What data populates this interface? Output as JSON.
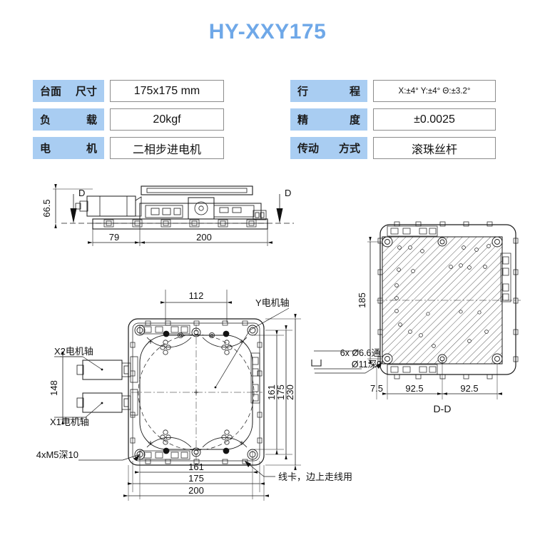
{
  "title": "HY-XXY175",
  "spec_left": [
    {
      "label_a": "台面",
      "label_b": "尺寸",
      "label_full": "台面尺寸",
      "value": "175x175 mm",
      "spaced": false
    },
    {
      "label_a": "负",
      "label_b": "载",
      "label_full": "负    载",
      "value": "20kgf",
      "spaced": true
    },
    {
      "label_a": "电",
      "label_b": "机",
      "label_full": "电    机",
      "value": "二相步进电机",
      "spaced": true
    }
  ],
  "spec_right": [
    {
      "label_a": "行",
      "label_b": "程",
      "label_full": "行    程",
      "value": "X:±4°  Y:±4°   Θ:±3.2°",
      "spaced": true,
      "small": true
    },
    {
      "label_a": "精",
      "label_b": "度",
      "label_full": "精    度",
      "value": "±0.0025",
      "spaced": true,
      "small": false
    },
    {
      "label_a": "传动",
      "label_b": "方式",
      "label_full": "传动方式",
      "value": "滚珠丝杆",
      "spaced": false,
      "small": false
    }
  ],
  "side_view": {
    "height_dim": "66.5",
    "length_dim_1": "79",
    "length_dim_2": "200",
    "section_mark_left": "D",
    "section_mark_right": "D"
  },
  "top_view": {
    "dim_top": "112",
    "dim_left_vertical": "148",
    "dim_right_inner": "161",
    "dim_right_mid": "175",
    "dim_right_outer": "230",
    "dim_bottom_inner": "161",
    "dim_bottom_mid": "175",
    "dim_bottom_outer": "200",
    "label_y_motor": "Y电机轴",
    "label_x2_motor": "X2电机轴",
    "label_x1_motor": "X1电机轴",
    "label_screw": "4xM5深10",
    "label_clip": "线卡，边上走线用"
  },
  "section_view": {
    "caption": "D-D",
    "dim_vertical": "185",
    "dim_left": "7.5",
    "dim_mid": "92.5",
    "dim_right": "92.5",
    "hole_note_line1": "6x Ø6.6通",
    "hole_note_line2": "Ø11深9",
    "counterbore_symbol": "⌴"
  },
  "colors": {
    "title": "#6fa8e8",
    "label_bg": "#a9cdf2",
    "line": "#1a1a1a",
    "hatch": "#555555"
  }
}
